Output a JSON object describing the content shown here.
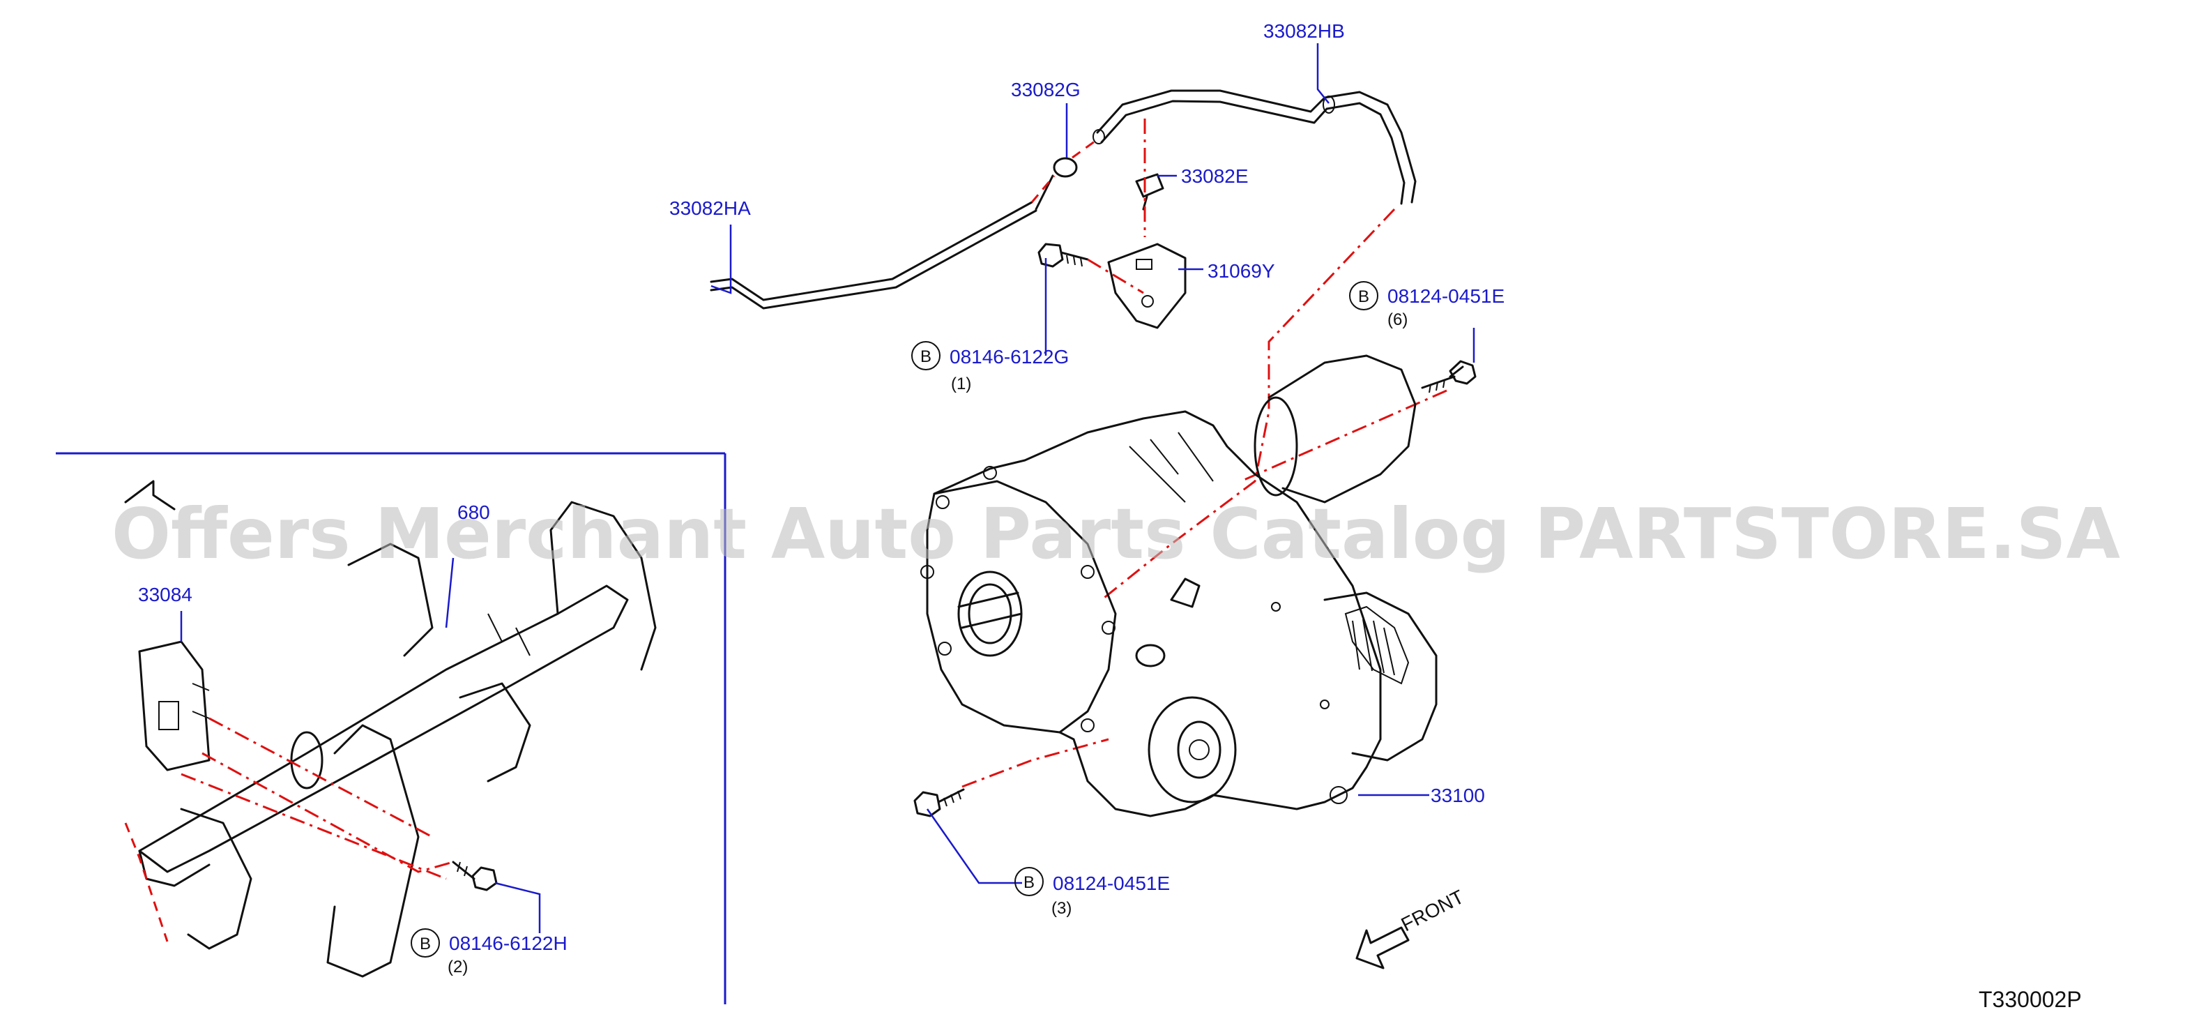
{
  "callouts": {
    "hose_hb": "33082HB",
    "clamp_g": "33082G",
    "hose_ha": "33082HA",
    "clip_e": "33082E",
    "bracket": "31069Y",
    "bolt_g": {
      "letter": "B",
      "part": "08146-6122G",
      "qty": "(1)"
    },
    "bolt_e6": {
      "letter": "B",
      "part": "08124-0451E",
      "qty": "(6)"
    },
    "bolt_e3": {
      "letter": "B",
      "part": "08124-0451E",
      "qty": "(3)"
    },
    "bolt_h": {
      "letter": "B",
      "part": "08146-6122H",
      "qty": "(2)"
    },
    "control_unit": "33084",
    "transfer_assy": "33100",
    "sec_ref_num": "680"
  },
  "front_arrow": "FRONT",
  "diagram_ref": "T330002P",
  "watermark": "Offers Merchant Auto Parts Catalog PARTSTORE.SA",
  "colors": {
    "callout": "#1a1acc",
    "dash": "#e01010",
    "line": "#111111"
  }
}
